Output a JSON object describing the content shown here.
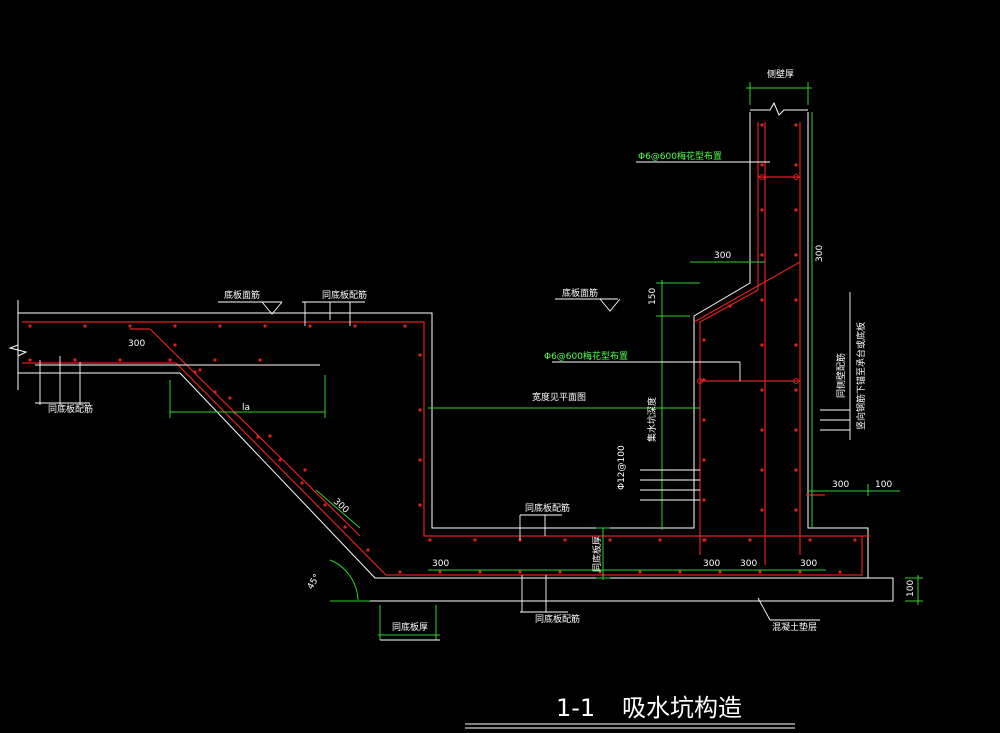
{
  "title": {
    "num": "1-1",
    "text": "吸水坑构造"
  },
  "colors": {
    "background": "#000000",
    "concrete": "#ffffff",
    "rebar": "#e02020",
    "dimension": "#2fd12f",
    "leader": "#ffffff",
    "annotation_green": "#4cff4c"
  },
  "labels": {
    "wall_thickness": "侧壁厚",
    "stirrup_top": "Φ6@600梅花型布置",
    "stirrup_mid": "Φ6@600梅花型布置",
    "dim_300_wall": "300",
    "dim_300_side": "300",
    "dim_150": "150",
    "slab_top_bar_left": "底板面筋",
    "slab_dist_bar_left": "同底板配筋",
    "slab_top_bar_right": "底板面筋",
    "dim_300_slope_top": "300",
    "bottom_bar_left": "同底板配筋",
    "dim_la": "la",
    "width_ref": "宽度见平面图",
    "pit_depth": "集水坑深度",
    "bar_d12": "Φ12@100",
    "dim_300_slope": "300",
    "wall_bar_vertical": "同侧壁配筋",
    "wall_bar_note": "竖向钢筋下锚至承台或底板",
    "dim_300_r": "300",
    "dim_100_r": "100",
    "pit_bottom_bar": "同底板配筋",
    "pit_bottom_thick": "同底板厚",
    "dim_300_b1": "300",
    "dim_300_b2": "300",
    "dim_300_b3": "300",
    "dim_300_b4": "300",
    "angle": "45°",
    "bottom_bar_bl": "同底板配筋",
    "slab_thickness": "同底板厚",
    "dim_100_b": "100",
    "cushion": "混凝土垫层"
  }
}
